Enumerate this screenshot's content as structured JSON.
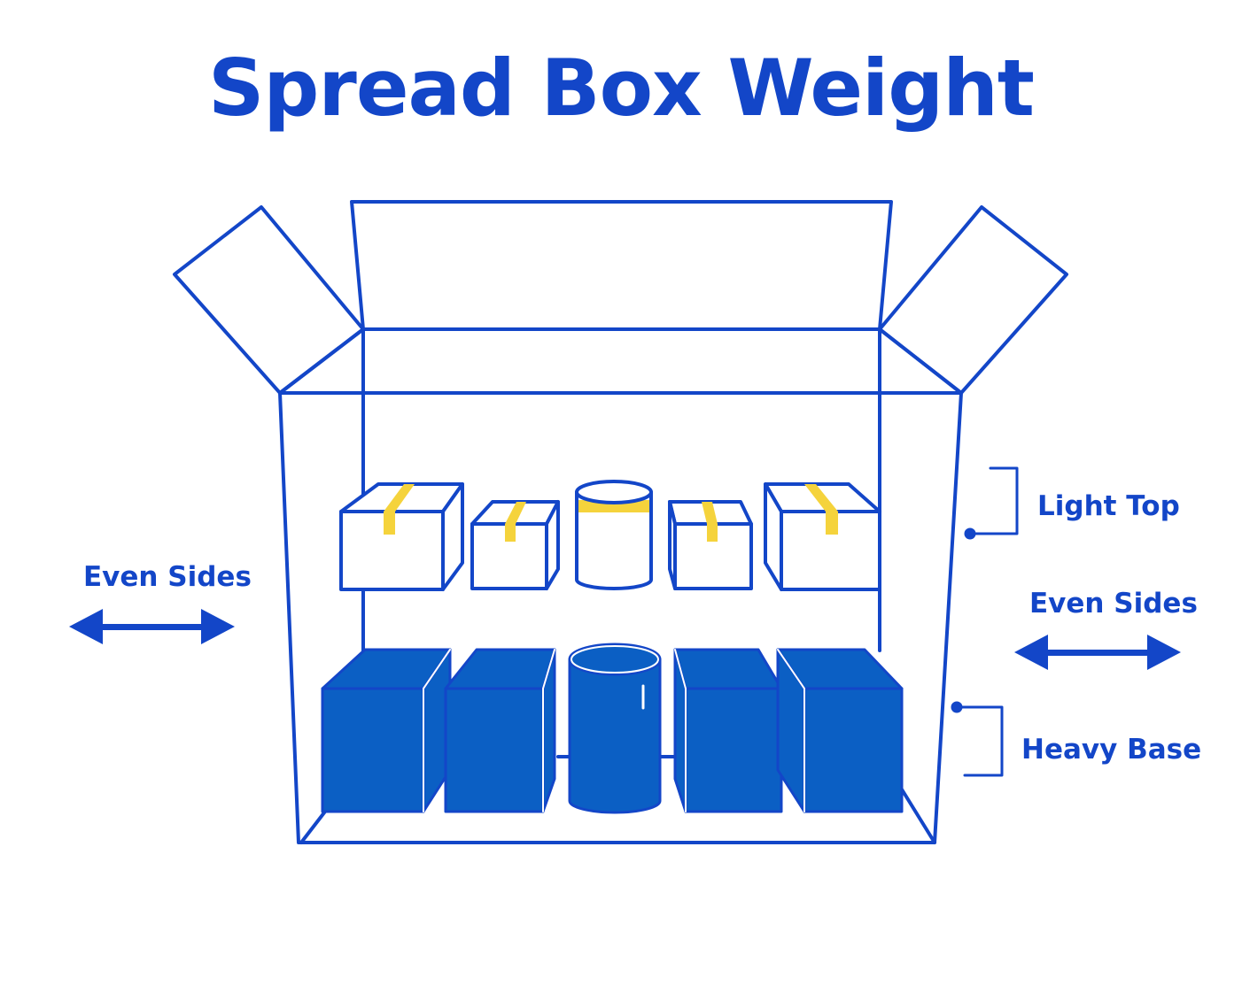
{
  "title": "Spread Box Weight",
  "labels": {
    "light_top": "Light Top",
    "heavy_base": "Heavy Base",
    "even_sides_left": "Even Sides",
    "even_sides_right": "Even Sides"
  },
  "colors": {
    "outline": "#1346c8",
    "heavy_fill": "#0b5fc4",
    "tape": "#f5d33c",
    "light_fill": "#ffffff",
    "background": "#ffffff"
  },
  "items": {
    "light_top": [
      "box-large",
      "box-small",
      "canister",
      "box-small",
      "box-large"
    ],
    "heavy_base": [
      "box",
      "box",
      "cylinder",
      "box",
      "box"
    ]
  }
}
